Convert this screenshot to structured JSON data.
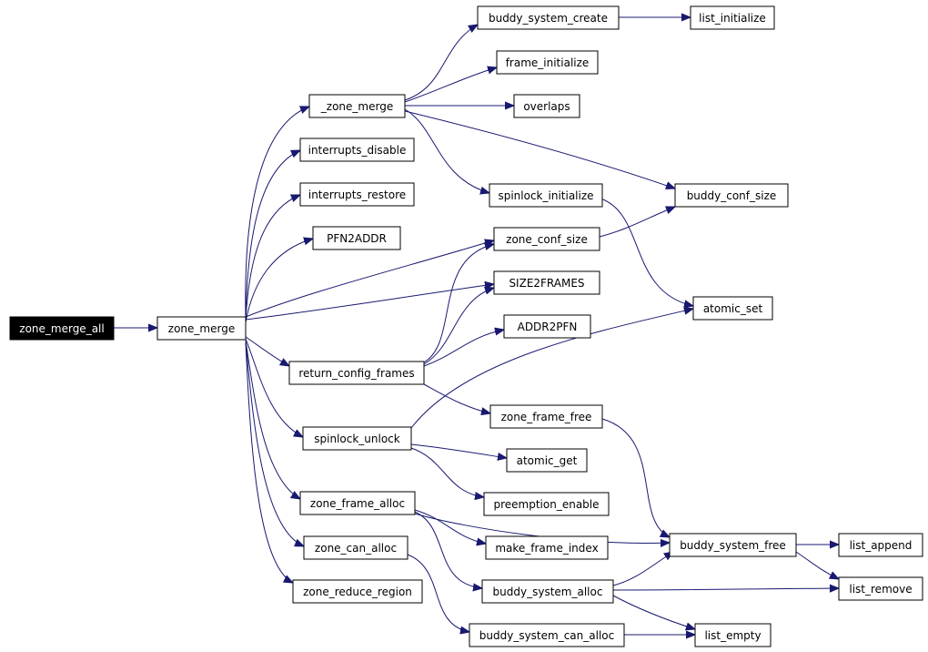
{
  "colors": {
    "edge": "#191970",
    "root_fill": "#000000",
    "root_text": "#ffffff",
    "node_border": "#000000"
  },
  "nodes": {
    "zone_merge_all": "zone_merge_all",
    "zone_merge": "zone_merge",
    "_zone_merge": "_zone_merge",
    "interrupts_disable": "interrupts_disable",
    "interrupts_restore": "interrupts_restore",
    "PFN2ADDR": "PFN2ADDR",
    "return_config_frames": "return_config_frames",
    "spinlock_unlock": "spinlock_unlock",
    "zone_frame_alloc": "zone_frame_alloc",
    "zone_can_alloc": "zone_can_alloc",
    "zone_reduce_region": "zone_reduce_region",
    "buddy_system_create": "buddy_system_create",
    "frame_initialize": "frame_initialize",
    "overlaps": "overlaps",
    "spinlock_initialize": "spinlock_initialize",
    "zone_conf_size": "zone_conf_size",
    "SIZE2FRAMES": "SIZE2FRAMES",
    "ADDR2PFN": "ADDR2PFN",
    "zone_frame_free": "zone_frame_free",
    "atomic_get": "atomic_get",
    "preemption_enable": "preemption_enable",
    "make_frame_index": "make_frame_index",
    "buddy_system_alloc": "buddy_system_alloc",
    "buddy_system_can_alloc": "buddy_system_can_alloc",
    "list_initialize": "list_initialize",
    "buddy_conf_size": "buddy_conf_size",
    "atomic_set": "atomic_set",
    "buddy_system_free": "buddy_system_free",
    "list_empty": "list_empty",
    "list_append": "list_append",
    "list_remove": "list_remove"
  }
}
